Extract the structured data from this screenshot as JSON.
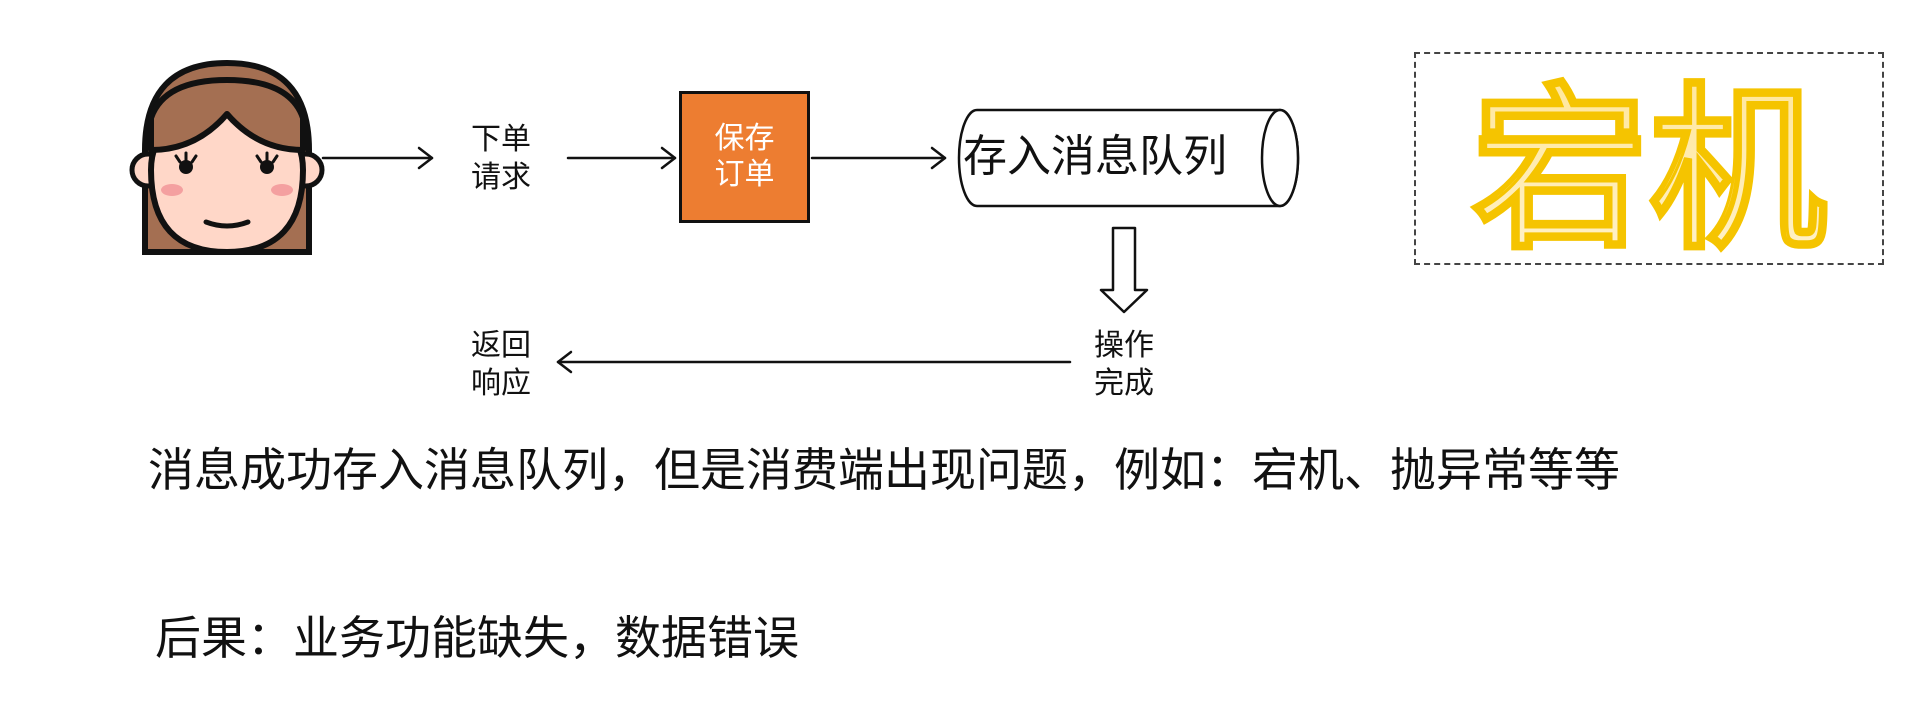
{
  "diagram": {
    "step_place_order": [
      "下单",
      "请求"
    ],
    "step_save_order": [
      "保存",
      "订单"
    ],
    "queue_label": "存入消息队列",
    "step_operation_done": [
      "操作",
      "完成"
    ],
    "step_return_response": [
      "返回",
      "响应"
    ],
    "crash_label": "宕机",
    "colors": {
      "save_box": "#ED7D31",
      "crash_fill_top": "#FFE699",
      "crash_fill_bottom": "#FFF2CC",
      "crash_stroke": "#F5C400",
      "face_skin": "#FFD7C8",
      "hair": "#A46F52",
      "cheek": "#F4A0A0"
    }
  },
  "description": "消息成功存入消息队列，但是消费端出现问题，例如：宕机、抛异常等等",
  "consequence": "后果：业务功能缺失，数据错误"
}
